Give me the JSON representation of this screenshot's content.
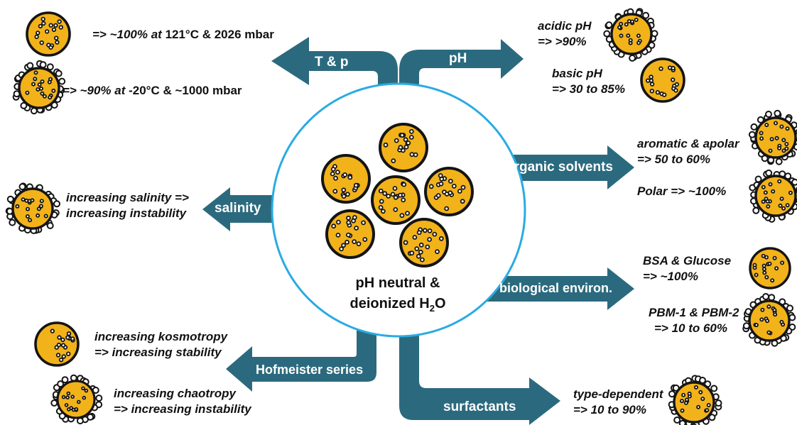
{
  "colors": {
    "arrow": "#2b6a7e",
    "arrow_light": "#327a90",
    "ring": "#29abe2",
    "particle_fill": "#f2b21a",
    "particle_stroke": "#141414"
  },
  "center": {
    "line1": "pH neutral &",
    "line2_pre": "deionized H",
    "line2_sub": "2",
    "line2_post": "O"
  },
  "arrows": {
    "tp": "T & p",
    "ph": "pH",
    "organic": "organic solvents",
    "salinity": "salinity",
    "biological": "biological environ.",
    "hofmeister": "Hofmeister series",
    "surfactants": "surfactants"
  },
  "annotations": {
    "tp_high": {
      "arrow": "=> ",
      "value": "~100% at",
      "cond": " 121°C & 2026 mbar"
    },
    "tp_low": {
      "arrow": "=> ",
      "value": "~90% at",
      "cond": " -20°C & ~1000 mbar"
    },
    "acidic": {
      "line1": "acidic pH",
      "line2": "=>  >90%"
    },
    "basic": {
      "line1": "basic pH",
      "line2": "=>  30 to 85%"
    },
    "aromatic": {
      "line1": "aromatic & apolar",
      "line2": "=>  50 to 60%"
    },
    "polar": {
      "line1": "Polar =>  ~100%"
    },
    "salinity": {
      "line1": "increasing salinity =>",
      "line2": "increasing instability"
    },
    "bsa": {
      "line1": "BSA & Glucose",
      "line2": "=> ~100%"
    },
    "pbm": {
      "line1": "PBM-1 & PBM-2",
      "line2": "=>  10 to 60%"
    },
    "kosmo": {
      "line1": "increasing kosmotropy",
      "line2": "=> increasing stability"
    },
    "chao": {
      "line1": "increasing chaotropy",
      "line2": "=> increasing instability"
    },
    "surf": {
      "line1": "type-dependent",
      "line2": "=> 10 to 90%"
    }
  }
}
